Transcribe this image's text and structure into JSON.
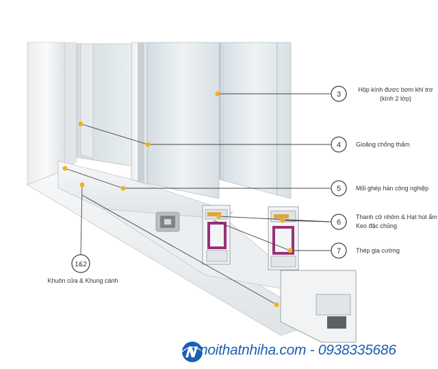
{
  "callouts": [
    {
      "id": "3",
      "label": "3",
      "text_lines": [
        "Hộp kính được bơm khí trơ",
        "(kính 2 lớp)"
      ]
    },
    {
      "id": "4",
      "label": "4",
      "text_lines": [
        "Gioăng chống thấm"
      ]
    },
    {
      "id": "5",
      "label": "5",
      "text_lines": [
        "Mối ghép hàn công nghiệp"
      ]
    },
    {
      "id": "6",
      "label": "6",
      "text_lines": [
        "Thanh cữ nhôm & Hạt hút ẩm",
        "Keo đặc chủng"
      ]
    },
    {
      "id": "7",
      "label": "7",
      "text_lines": [
        "Thép gia cường"
      ]
    },
    {
      "id": "12",
      "label": "1&2",
      "text_lines": [
        "Khuôn cửa & Khung cánh"
      ]
    }
  ],
  "watermark": {
    "text": "noithatnhiha.com - 0938335686",
    "icon": "nh-logo-icon",
    "color": "#1b5fb5"
  },
  "colors": {
    "dot": "#f2b01e",
    "line": "#444444",
    "glass": "#dfe6ea",
    "profile": "#eef0f2",
    "steel": "#9a2f78"
  }
}
